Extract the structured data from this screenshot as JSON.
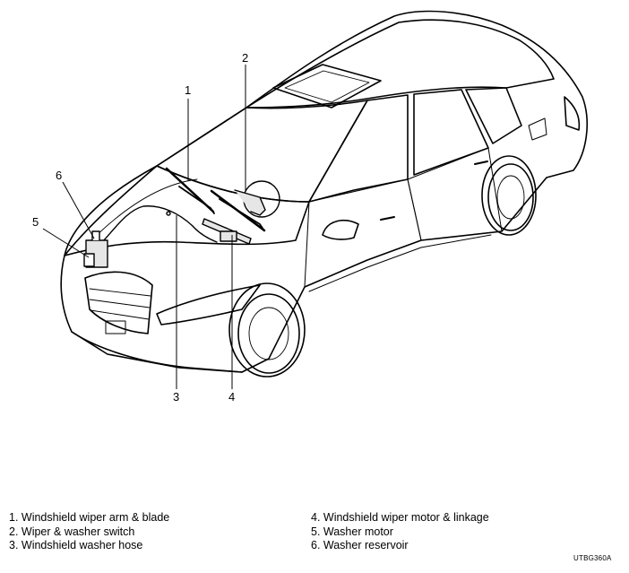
{
  "callouts": [
    "1",
    "2",
    "3",
    "4",
    "5",
    "6"
  ],
  "legend": {
    "left": [
      "1. Windshield wiper arm & blade",
      "2. Wiper & washer switch",
      "3. Windshield washer hose"
    ],
    "right": [
      "4. Windshield wiper motor & linkage",
      "5. Washer motor",
      "6. Washer reservoir"
    ]
  },
  "figure_code": "UTBG360A",
  "colors": {
    "line": "#000000",
    "background": "#ffffff",
    "shade": "#e6e6e6"
  }
}
